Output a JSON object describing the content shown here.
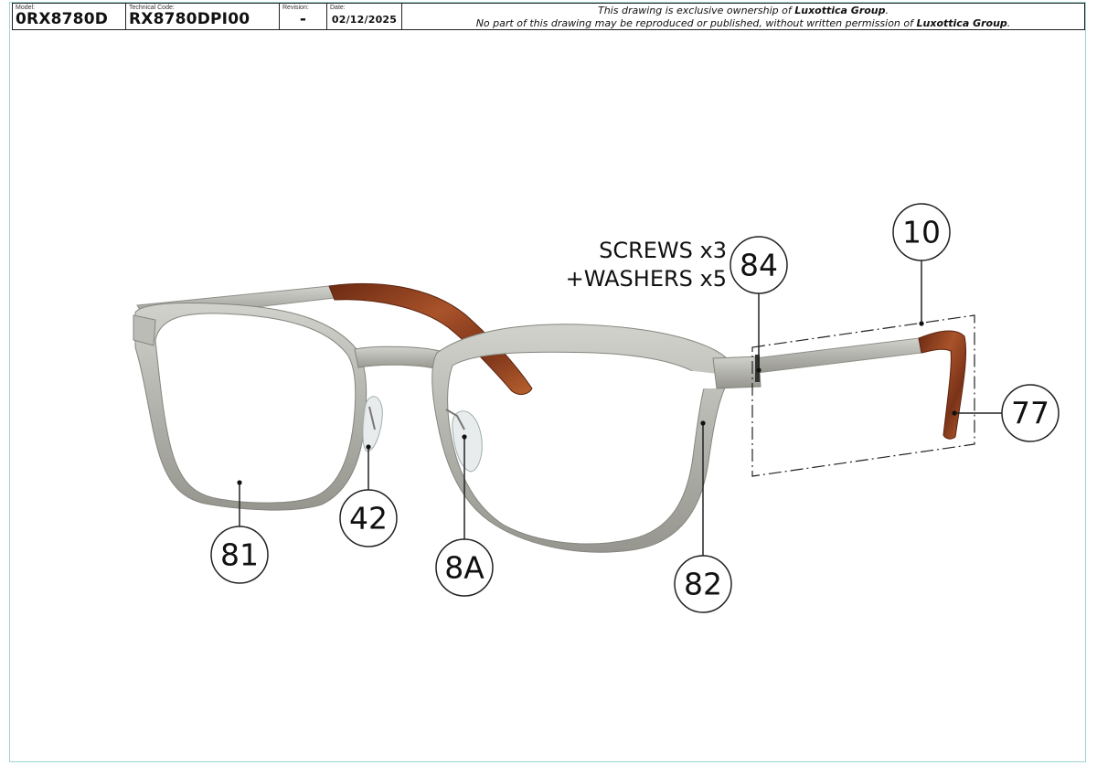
{
  "title_block": {
    "model": {
      "label": "Model:",
      "value": "0RX8780D"
    },
    "technical_code": {
      "label": "Technical Code:",
      "value": "RX8780DPI00"
    },
    "revision": {
      "label": "Revision:",
      "value": "-"
    },
    "date": {
      "label": "Date:",
      "value": "02/12/2025"
    },
    "notice_line1_pre": "This drawing is exclusive ownership of ",
    "notice_line1_brand": "Luxottica Group",
    "notice_line1_post": ".",
    "notice_line2_pre": "No part of this drawing may be reproduced or published, without written permission of ",
    "notice_line2_brand": "Luxottica Group",
    "notice_line2_post": "."
  },
  "callouts": {
    "c10": "10",
    "c84": "84",
    "c77": "77",
    "c81": "81",
    "c42": "42",
    "c8a": "8A",
    "c82": "82"
  },
  "notes": {
    "screws": "SCREWS x3",
    "washers": "+WASHERS x5"
  },
  "colors": {
    "frame_metal": "#b3b3ad",
    "frame_shadow": "#8e8e88",
    "tortoise": "#8a3b1c",
    "border_teal": "#9ed3d3"
  }
}
